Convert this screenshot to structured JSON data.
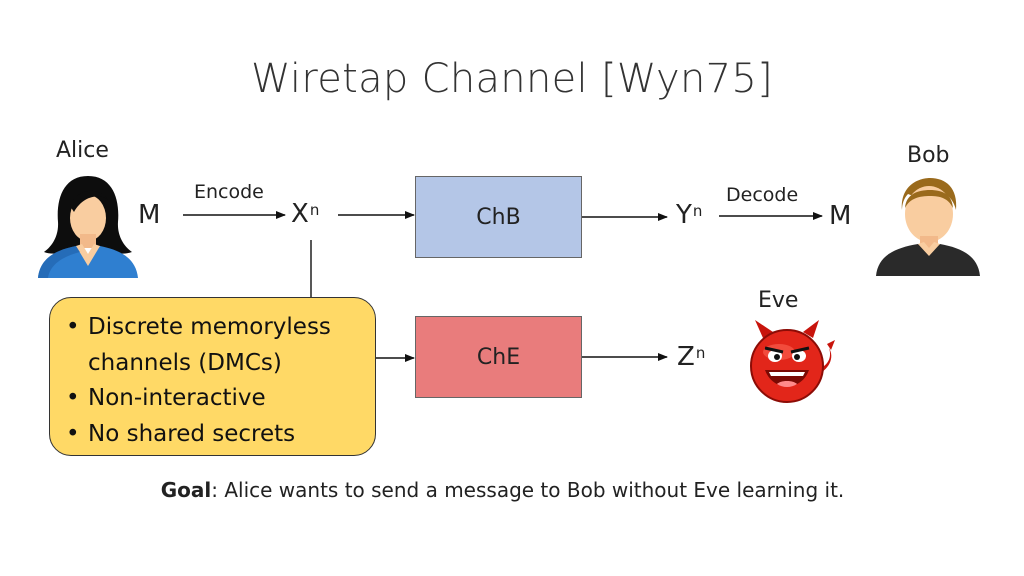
{
  "slide": {
    "title": "Wiretap Channel [Wyn75]"
  },
  "parties": {
    "alice": "Alice",
    "bob": "Bob",
    "eve": "Eve"
  },
  "labels": {
    "encode": "Encode",
    "decode": "Decode"
  },
  "variables": {
    "message_left": "M",
    "message_right": "M",
    "x": "X",
    "y": "Y",
    "z": "Z",
    "superscript": "n"
  },
  "channels": {
    "bob_channel": "ChB",
    "eve_channel": "ChE"
  },
  "bullets": [
    "Discrete memoryless channels (DMCs)",
    "Non-interactive",
    "No shared secrets"
  ],
  "goal": {
    "bold": "Goal",
    "text": ": Alice wants to send a message to Bob without Eve learning it."
  },
  "colors": {
    "chb_fill": "#b4c6e7",
    "che_fill": "#e97c7c",
    "note_fill": "#ffd966"
  }
}
